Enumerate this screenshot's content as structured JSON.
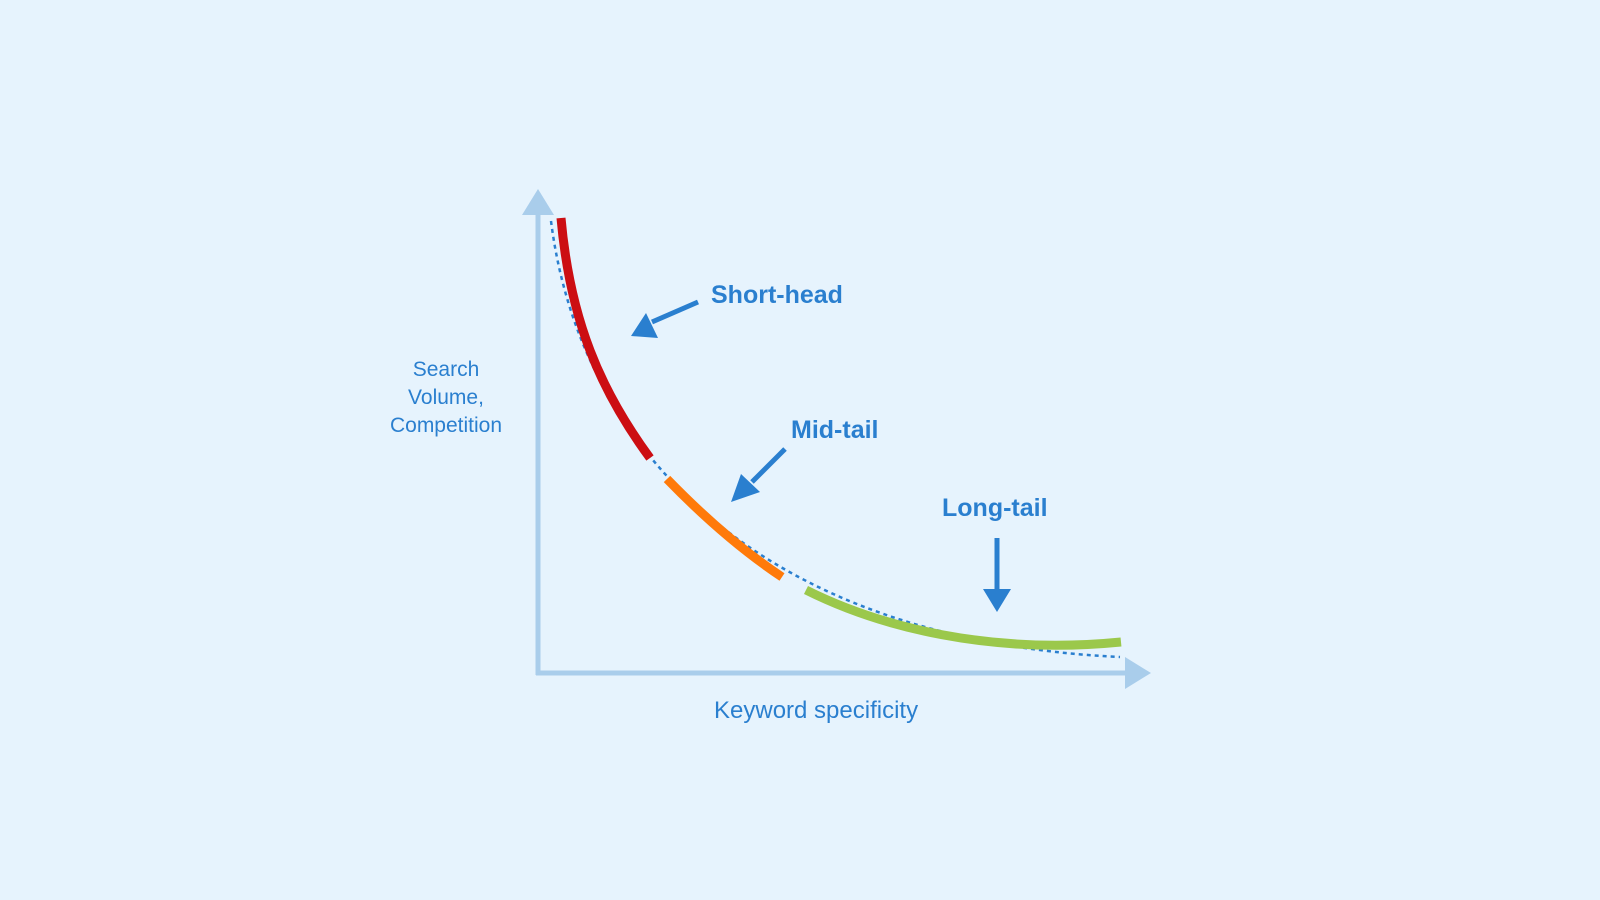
{
  "colors": {
    "background": "#e6f3fd",
    "axis": "#a9cdeb",
    "label_text": "#2a7fcf",
    "arrow": "#2a7fcf",
    "dotted_curve": "#2a7fcf",
    "short_head": "#cc0e13",
    "mid_tail": "#ff7a0a",
    "long_tail": "#9bc84b"
  },
  "axes": {
    "y_label_lines": [
      "Search",
      "Volume,",
      "Competition"
    ],
    "x_label": "Keyword specificity"
  },
  "segments": [
    {
      "id": "short-head",
      "label": "Short-head",
      "color": "#cc0e13"
    },
    {
      "id": "mid-tail",
      "label": "Mid-tail",
      "color": "#ff7a0a"
    },
    {
      "id": "long-tail",
      "label": "Long-tail",
      "color": "#9bc84b"
    }
  ]
}
